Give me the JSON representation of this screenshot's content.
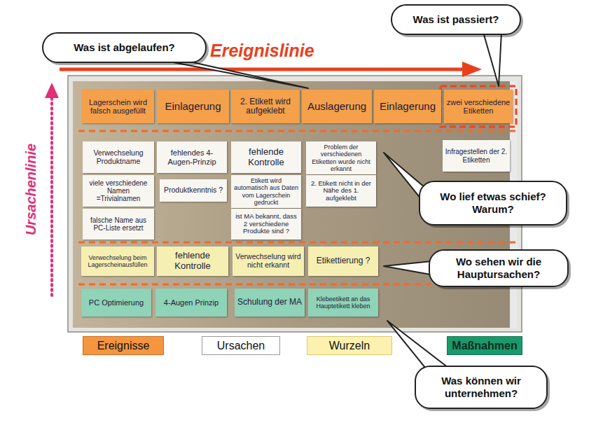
{
  "diagram": {
    "nodes": [
      {
        "text": [
          "Was ist abgelaufen?"
        ]
      },
      {
        "text": [
          "Was ist passiert?"
        ]
      },
      {
        "text": [
          "Lagerschein wird falsch ausgefüllt"
        ]
      },
      {
        "text": [
          "Einlagerung"
        ]
      },
      {
        "text": [
          "2. Etikett wird aufgeklebt"
        ]
      },
      {
        "text": [
          "Auslagerung"
        ]
      },
      {
        "text": [
          "Einlagerung"
        ]
      },
      {
        "text": [
          "zwei verschiedene Etiketten"
        ]
      },
      {
        "text": [
          "Verwechselung Produktname"
        ]
      },
      {
        "text": [
          "fehlendes 4-Augen-Prinzip"
        ]
      },
      {
        "text": [
          "fehlende Kontrolle"
        ]
      },
      {
        "text": [
          "Problem der verschiedenen Etiketten wurde nicht erkannt"
        ]
      },
      {
        "text": [
          "Infragestellen der 2. Etiketten"
        ]
      },
      {
        "text": [
          "viele verschiedene Namen =Trivialnamen"
        ]
      },
      {
        "text": [
          "Produktkenntnis ?"
        ]
      },
      {
        "text": [
          "Etikett wird automatisch aus Daten vom Lagerschein gedruckt"
        ]
      },
      {
        "text": [
          "2. Etikett nicht in der Nähe des 1. aufgeklebt"
        ]
      },
      {
        "text": [
          "falsche Name aus PC-Liste ersetzt"
        ]
      },
      {
        "text": [
          "ist MA bekannt, dass 2 verschiedene Produkte sind ?"
        ]
      },
      {
        "text": [
          "Wo lief etwas schief? Warum?"
        ]
      },
      {
        "text": [
          "Verwechselung beim Lagerscheinausfüllen"
        ]
      },
      {
        "text": [
          "fehlende Kontrolle"
        ]
      },
      {
        "text": [
          "Verwechselung wird nicht erkannt"
        ]
      },
      {
        "text": [
          "Etikettierung ?"
        ]
      },
      {
        "text": [
          "Wo sehen wir die Hauptursachen?"
        ]
      },
      {
        "text": [
          "PC Optimierung"
        ]
      },
      {
        "text": [
          "4-Augen Prinzip"
        ]
      },
      {
        "text": [
          "Schulung der MA"
        ]
      },
      {
        "text": [
          "Klebeetikett an das Hauptetikett kleben"
        ]
      },
      {
        "text": [
          "Was können wir unternehmen?"
        ]
      }
    ],
    "labels": [
      "Ereignislinie",
      "Ursachenlinie"
    ],
    "legend": [
      {
        "text": "Ereignisse",
        "color": "#f6953f"
      },
      {
        "text": "Ursachen",
        "color": "#ffffff"
      },
      {
        "text": "Wurzeln",
        "color": "#fdf1b0"
      },
      {
        "text": "Maßnahmen",
        "color": "#1a9a6c"
      }
    ]
  }
}
